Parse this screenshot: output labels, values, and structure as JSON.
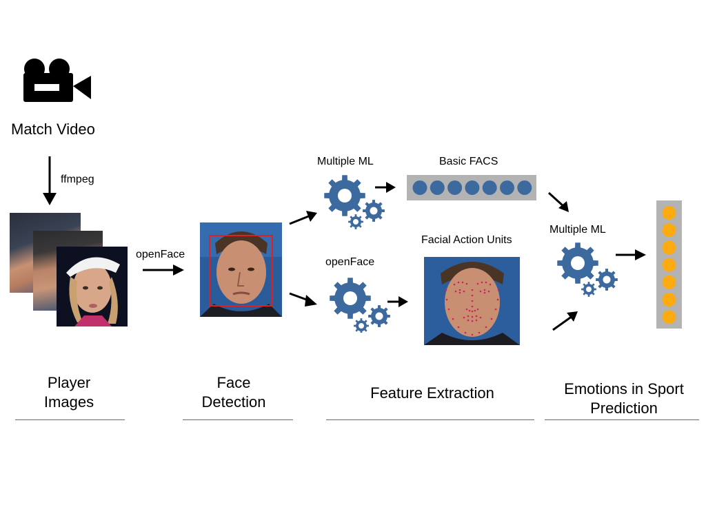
{
  "labels": {
    "match_video": "Match Video",
    "ffmpeg": "ffmpeg",
    "openface_arrow": "openFace",
    "multiple_ml_top": "Multiple ML",
    "basic_facs": "Basic FACS",
    "openface_mid": "openFace",
    "facial_action_units": "Facial Action Units",
    "multiple_ml_right": "Multiple ML"
  },
  "stages": {
    "player_images": [
      "Player",
      "Images"
    ],
    "face_detection": [
      "Face",
      "Detection"
    ],
    "feature_extraction": [
      "Feature Extraction"
    ],
    "emotions_prediction": [
      "Emotions in Sport",
      "Prediction"
    ]
  },
  "colors": {
    "gear": "#3d6a9e",
    "facs_dot": "#3d6a9e",
    "emotion_dot": "#fbaa12",
    "vector_bg": "#b3b3b3",
    "face_box": "#e02020"
  },
  "icons": {
    "video": "video-camera-icon",
    "gear": "gears-icon"
  }
}
